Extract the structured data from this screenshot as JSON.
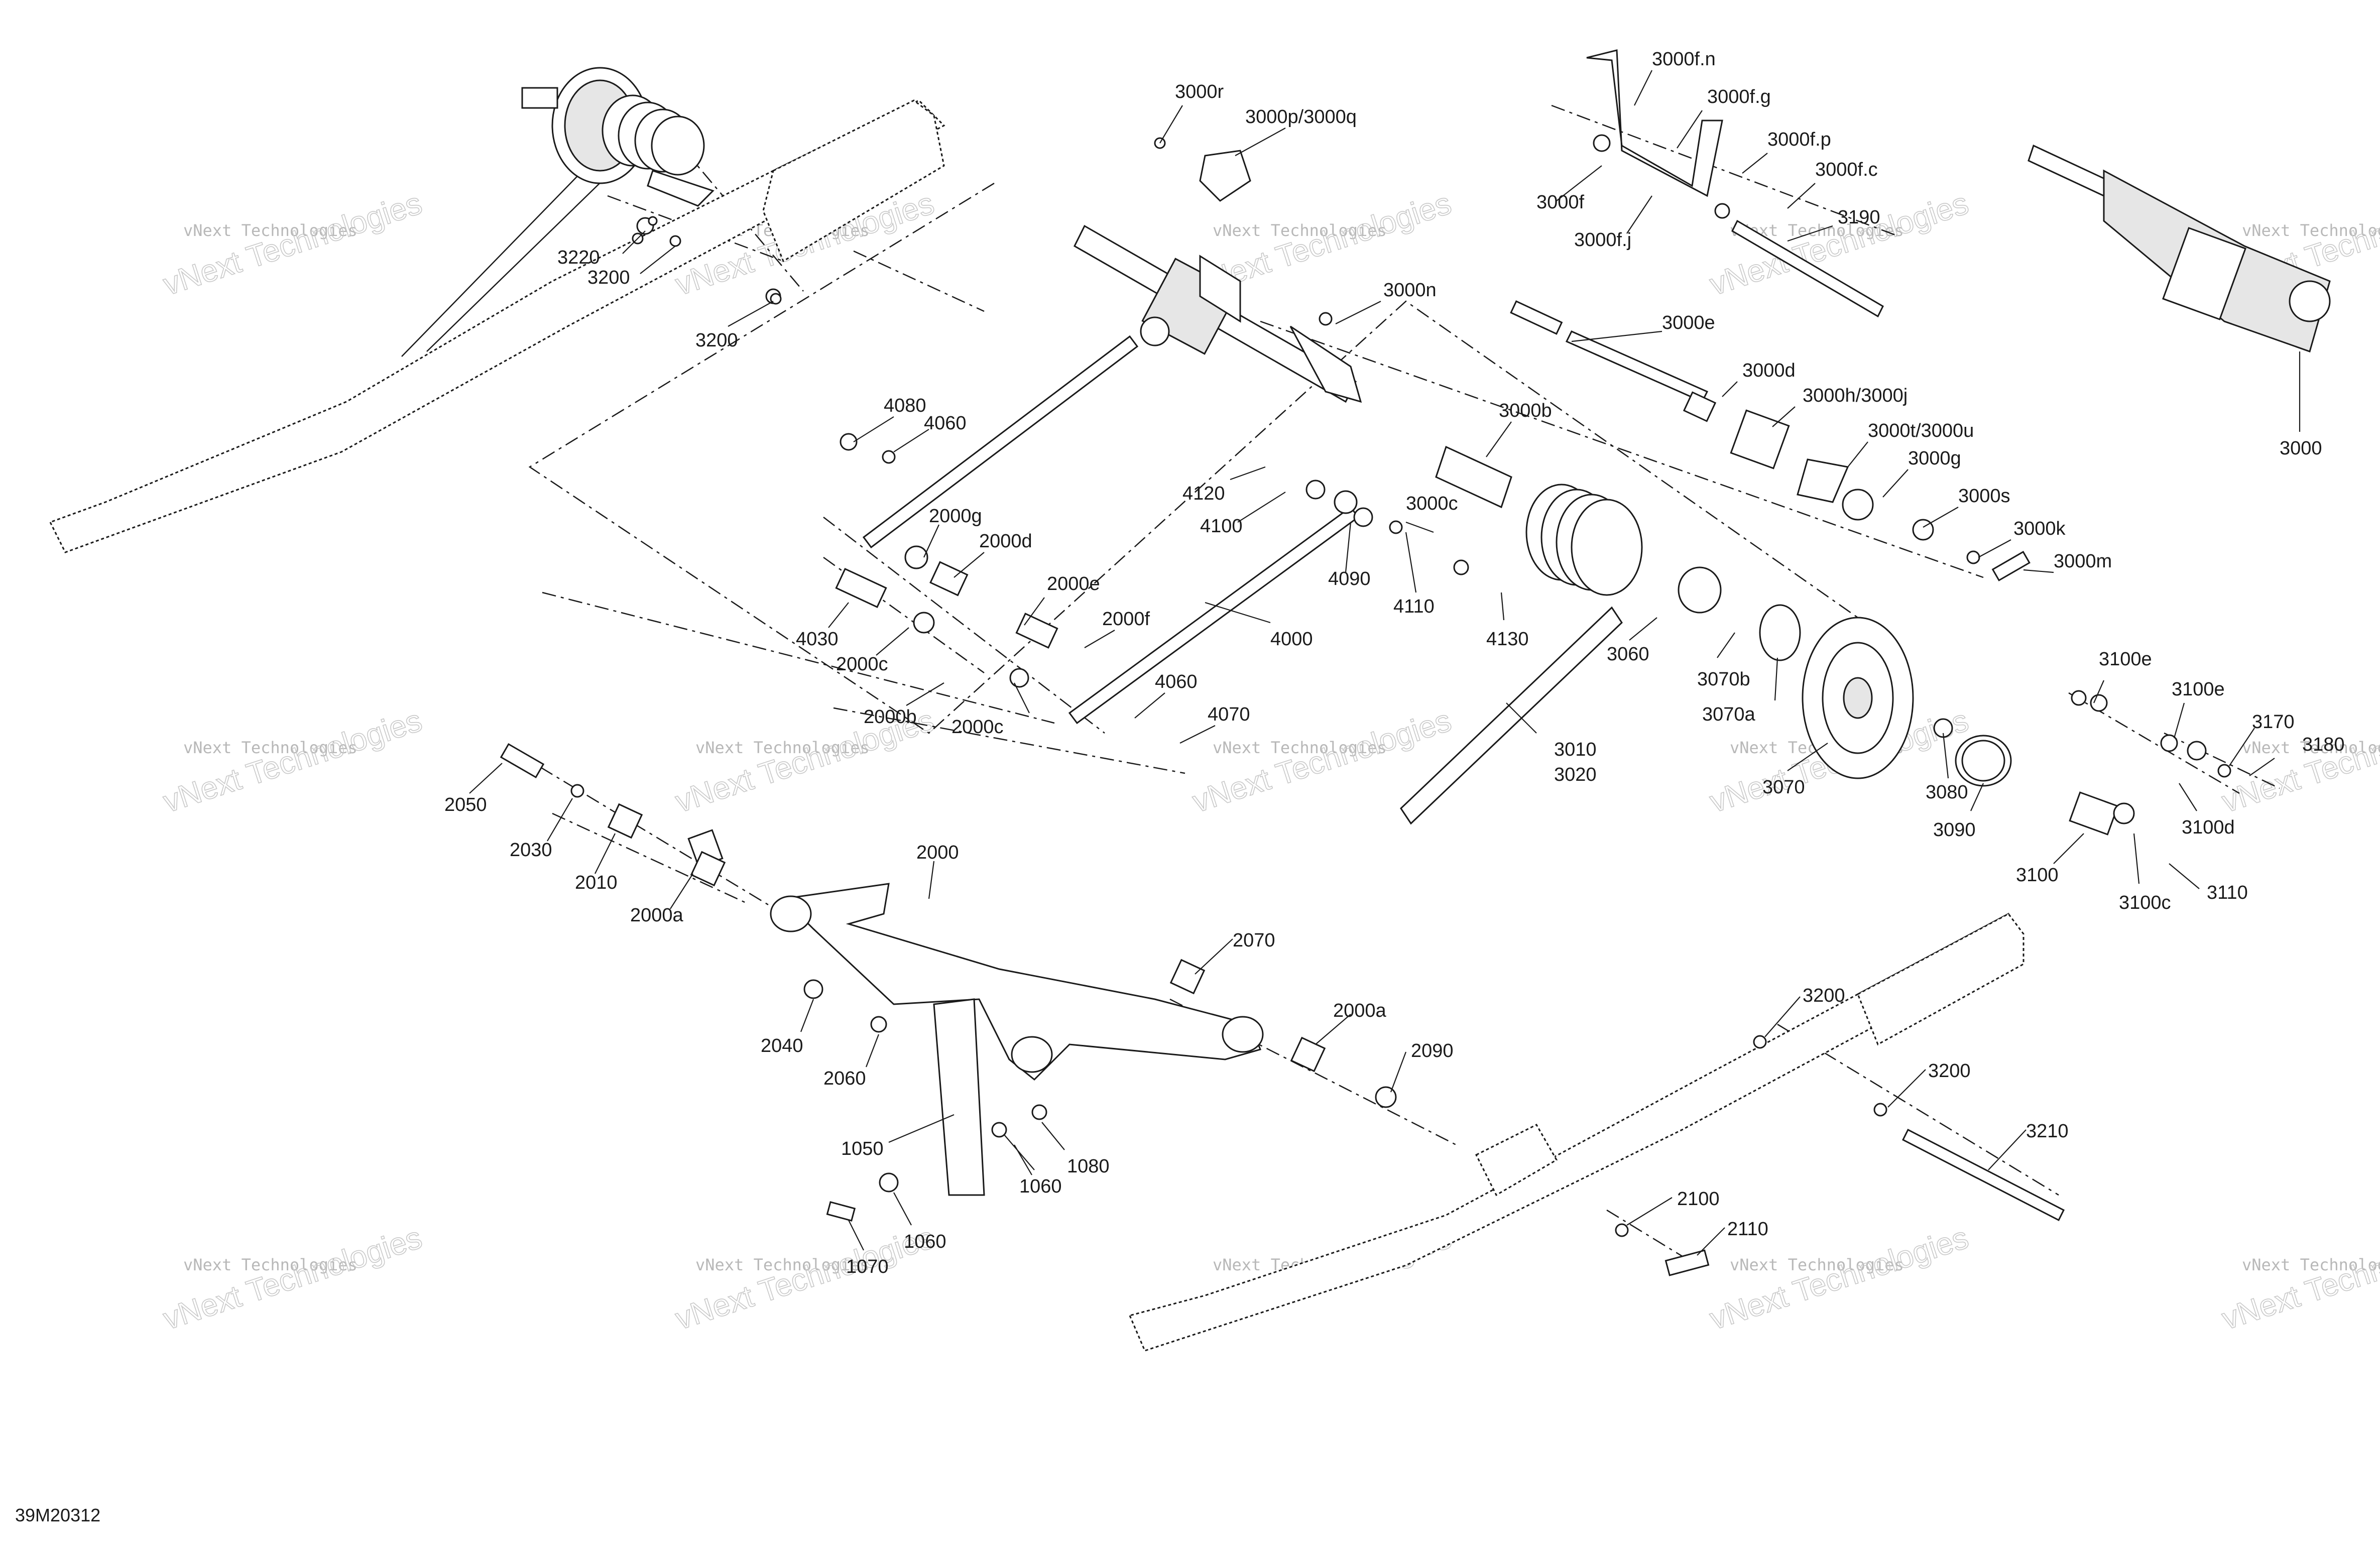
{
  "diagram": {
    "reference_code": "39M20312",
    "watermark": {
      "line1": "vNext Technologies",
      "line2": "vNext Technologies"
    },
    "callouts": [
      "3000r",
      "3000p/3000q",
      "3000f.n",
      "3000f.g",
      "3000f.p",
      "3000f.c",
      "3000f",
      "3000f.j",
      "3190",
      "3220",
      "3200",
      "3200",
      "3000n",
      "3000e",
      "3000d",
      "3000h/3000j",
      "3000b",
      "3000t/3000u",
      "3000g",
      "3000s",
      "3000k",
      "3000m",
      "3000",
      "4080",
      "4060",
      "4120",
      "4100",
      "3000c",
      "2000g",
      "2000d",
      "4090",
      "4110",
      "4130",
      "2000e",
      "2000f",
      "4000",
      "4030",
      "2000c",
      "2000b",
      "2000c",
      "4060",
      "4070",
      "3060",
      "3070b",
      "3070a",
      "3070",
      "3010",
      "3020",
      "3080",
      "3090",
      "3100e",
      "3100e",
      "3170",
      "3180",
      "3100d",
      "3100",
      "3100c",
      "3110",
      "2050",
      "2030",
      "2010",
      "2000a",
      "2000",
      "2070",
      "2000a",
      "2090",
      "2040",
      "2060",
      "1050",
      "1060",
      "1080",
      "1060",
      "1070",
      "3200",
      "3200",
      "3210",
      "2100",
      "2110"
    ]
  }
}
